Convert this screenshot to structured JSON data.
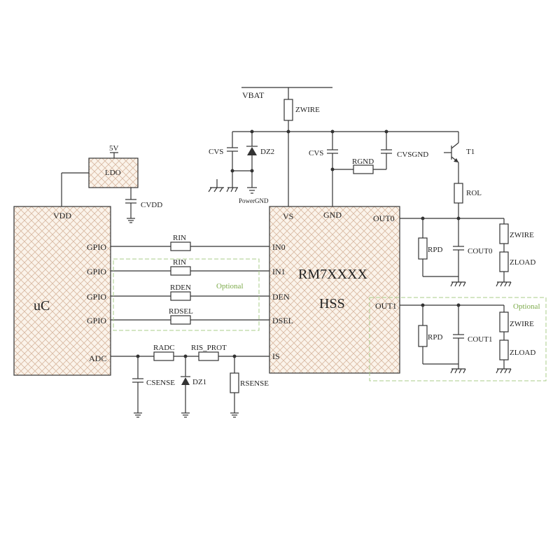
{
  "colors": {
    "hatch": "#d8b8a0",
    "block": "#fbf3ea",
    "wire": "#333333",
    "optional": "#7caa4a"
  },
  "supply": {
    "vbat": "VBAT",
    "ldo_in": "5V"
  },
  "ldo": {
    "label": "LDO"
  },
  "uc": {
    "label": "uC",
    "vdd": "VDD",
    "pins": [
      "GPIO",
      "GPIO",
      "GPIO",
      "GPIO"
    ],
    "adc": "ADC"
  },
  "hss": {
    "part": "RM7XXXX",
    "type": "HSS",
    "pins": {
      "vs": "VS",
      "gnd": "GND",
      "in0": "IN0",
      "in1": "IN1",
      "den": "DEN",
      "dsel": "DSEL",
      "is": "IS",
      "out0": "OUT0",
      "out1": "OUT1"
    }
  },
  "components": {
    "zwire_top": "ZWIRE",
    "cvs_left": "CVS",
    "dz2": "DZ2",
    "power_gnd": "PowerGND",
    "cvs_right": "CVS",
    "rgnd": "RGND",
    "cvsgnd": "CVSGND",
    "t1": "T1",
    "rol": "ROL",
    "cvdd": "CVDD",
    "rin0": "RIN",
    "rin1": "RIN",
    "rden": "RDEN",
    "rdsel": "RDSEL",
    "radc": "RADC",
    "ris_prot": "RIS_PROT",
    "csense": "CSENSE",
    "dz1": "DZ1",
    "rsense": "RSENSE",
    "rpd0": "RPD",
    "cout0": "COUT0",
    "zwire0": "ZWIRE",
    "zload0": "ZLOAD",
    "rpd1": "RPD",
    "cout1": "COUT1",
    "zwire1": "ZWIRE",
    "zload1": "ZLOAD"
  },
  "optional": {
    "inputs": "Optional",
    "out1": "Optional"
  }
}
